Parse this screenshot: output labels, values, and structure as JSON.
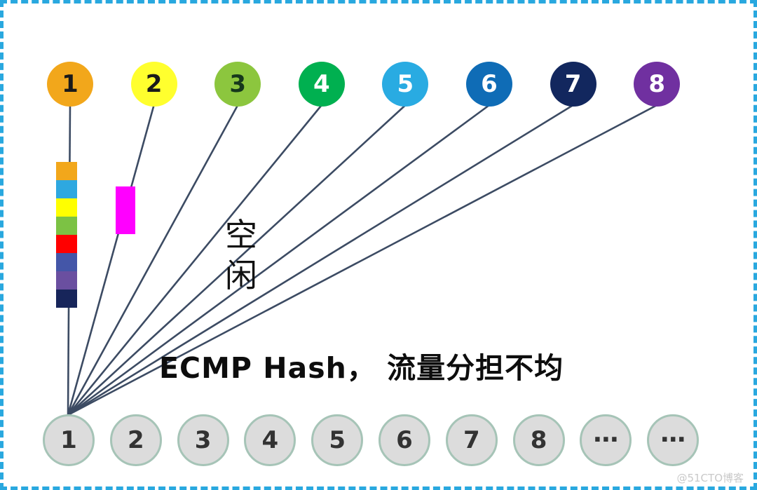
{
  "diagram": {
    "caption": "ECMP Hash， 流量分担不均",
    "idle_label": "空闲",
    "watermark": "@51CTO博客",
    "colors": {
      "border": "#29A8DF",
      "line": "#3C4B63",
      "bottom_fill": "#DCDCDC",
      "bottom_border": "#A6C4B7",
      "bottom_text": "#333333",
      "magenta_block": "#FF00FF"
    },
    "top_nodes": [
      {
        "label": "1",
        "fill": "#F2A71B",
        "text": "#1a1a1a"
      },
      {
        "label": "2",
        "fill": "#FFFF2E",
        "text": "#1a1a1a"
      },
      {
        "label": "3",
        "fill": "#8CC63E",
        "text": "#16381c"
      },
      {
        "label": "4",
        "fill": "#00B050",
        "text": "#ffffff"
      },
      {
        "label": "5",
        "fill": "#29ABE2",
        "text": "#ffffff"
      },
      {
        "label": "6",
        "fill": "#0F6CB6",
        "text": "#ffffff"
      },
      {
        "label": "7",
        "fill": "#12275E",
        "text": "#ffffff"
      },
      {
        "label": "8",
        "fill": "#7030A0",
        "text": "#ffffff"
      }
    ],
    "queue_blocks": [
      "#F2A71B",
      "#2EA8E0",
      "#FFFF00",
      "#7CC244",
      "#FF0000",
      "#4456A8",
      "#6A4FA0",
      "#17255A"
    ],
    "bottom_nodes": [
      "1",
      "2",
      "3",
      "4",
      "5",
      "6",
      "7",
      "8",
      "…",
      "…"
    ]
  }
}
